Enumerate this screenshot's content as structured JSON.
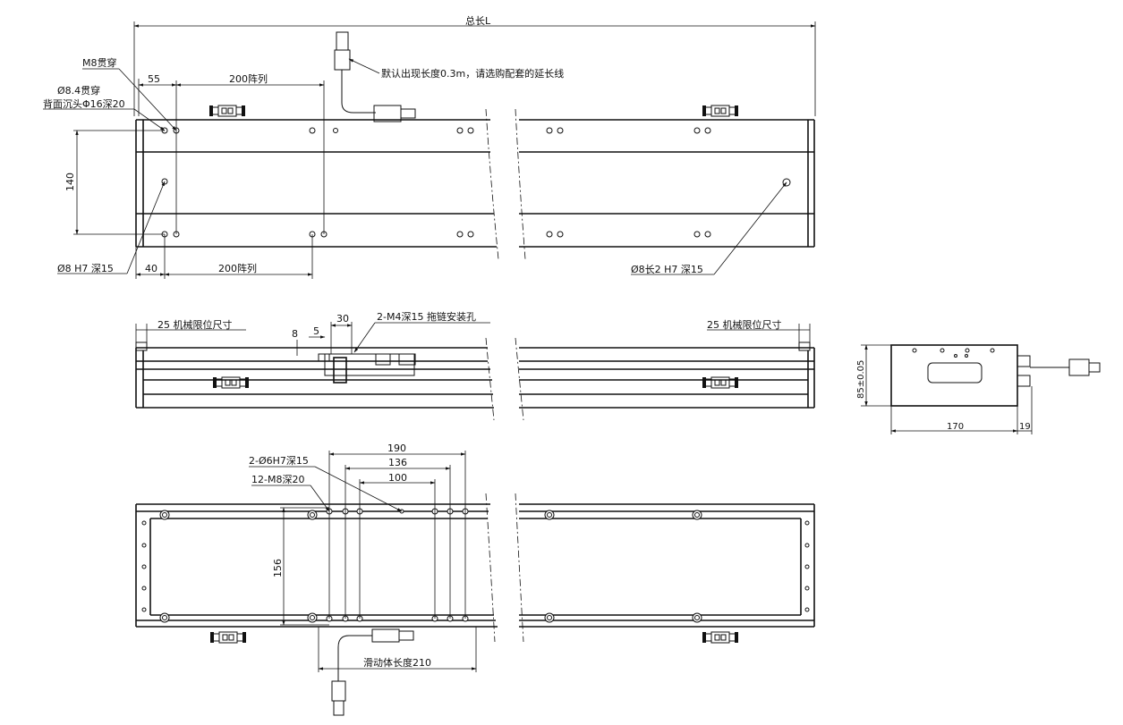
{
  "top_view": {
    "total_length": "总长L",
    "cable_note": "默认出现长度0.3m，请选购配套的延长线",
    "m8_through": "M8贯穿",
    "dim_55": "55",
    "array_200_top": "200阵列",
    "hole_84": "Ø8.4贯穿",
    "counterbore": "背面沉头Φ16深20",
    "dim_140": "140",
    "pin_hole": "Ø8 H7 深15",
    "dim_40": "40",
    "array_200_bottom": "200阵列",
    "slot_hole": "Ø8长2 H7 深15"
  },
  "side_view": {
    "limit_left": "25  机械限位尺寸",
    "limit_right": "25  机械限位尺寸",
    "dim_30": "30",
    "dim_8": "8",
    "dim_5": "5",
    "chain_holes": "2-M4深15  拖链安装孔"
  },
  "end_view": {
    "height": "85±0.05",
    "width": "170",
    "dim_19": "19"
  },
  "bottom_view": {
    "dim_190": "190",
    "dim_136": "136",
    "dim_100": "100",
    "pin_holes": "2-Ø6H7深15",
    "tap_holes": "12-M8深20",
    "dim_156": "156",
    "slider_length": "滑动体长度210"
  }
}
